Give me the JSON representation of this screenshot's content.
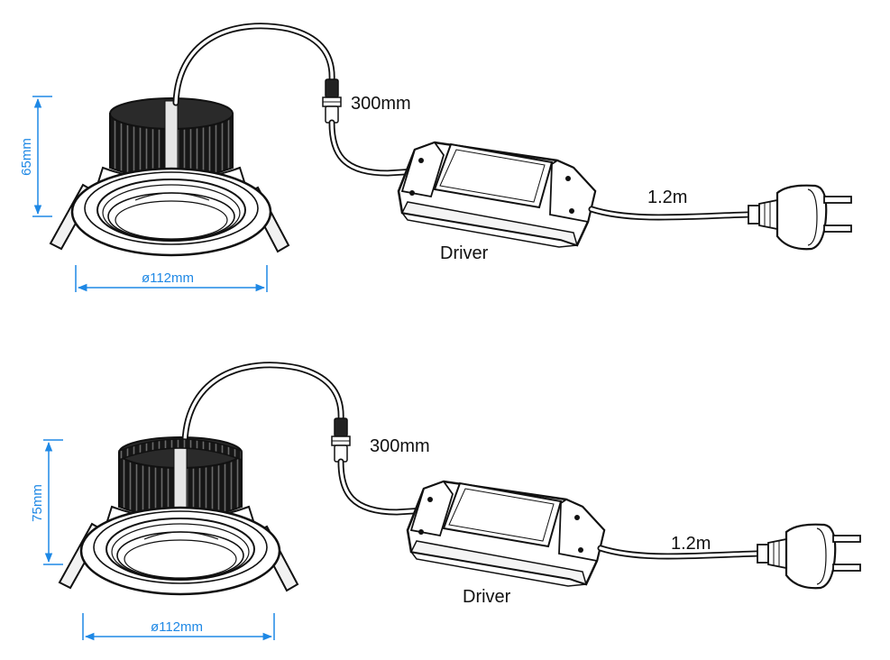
{
  "colors": {
    "dimension": "#1e88e5",
    "line": "#111111",
    "heatsink": "#1a1a1a"
  },
  "variants": [
    {
      "height_label": "65mm",
      "diameter_label": "ø112mm",
      "cable_label": "300mm",
      "driver_label": "Driver",
      "mains_cable_label": "1.2m"
    },
    {
      "height_label": "75mm",
      "diameter_label": "ø112mm",
      "cable_label": "300mm",
      "driver_label": "Driver",
      "mains_cable_label": "1.2m"
    }
  ]
}
